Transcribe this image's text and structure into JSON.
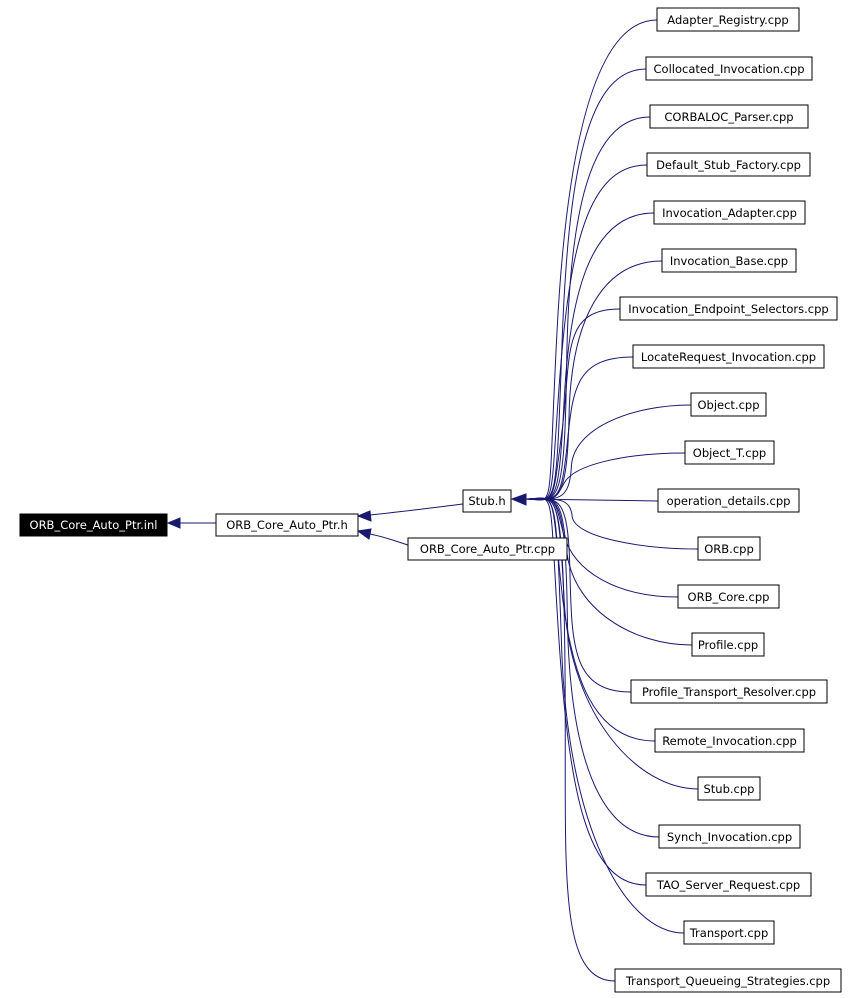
{
  "graph": {
    "root": "ORB_Core_Auto_Ptr.inl",
    "level1": "ORB_Core_Auto_Ptr.h",
    "level2": [
      "Stub.h",
      "ORB_Core_Auto_Ptr.cpp"
    ],
    "stub_includers": [
      "Adapter_Registry.cpp",
      "Collocated_Invocation.cpp",
      "CORBALOC_Parser.cpp",
      "Default_Stub_Factory.cpp",
      "Invocation_Adapter.cpp",
      "Invocation_Base.cpp",
      "Invocation_Endpoint_Selectors.cpp",
      "LocateRequest_Invocation.cpp",
      "Object.cpp",
      "Object_T.cpp",
      "operation_details.cpp",
      "ORB.cpp",
      "ORB_Core.cpp",
      "Profile.cpp",
      "Profile_Transport_Resolver.cpp",
      "Remote_Invocation.cpp",
      "Stub.cpp",
      "Synch_Invocation.cpp",
      "TAO_Server_Request.cpp",
      "Transport.cpp",
      "Transport_Queueing_Strategies.cpp"
    ],
    "colors": {
      "edge": "#191970",
      "root_fill": "#000000",
      "root_text": "#ffffff",
      "node_border": "#000000"
    }
  }
}
